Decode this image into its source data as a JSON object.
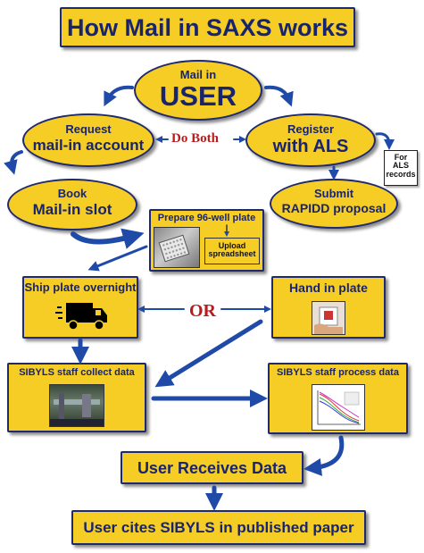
{
  "title": "How Mail in SAXS works",
  "nodes": {
    "mail_in_user": {
      "line1": "Mail in",
      "line2": "USER"
    },
    "request": {
      "line1": "Request",
      "line2": "mail-in account"
    },
    "register": {
      "line1": "Register",
      "line2": "with ALS"
    },
    "book": {
      "line1": "Book",
      "line2": "Mail-in slot"
    },
    "submit": {
      "line1": "Submit",
      "line2": "RAPIDD proposal"
    },
    "als_records": {
      "line1": "For",
      "line2": "ALS",
      "line3": "records"
    },
    "prepare": {
      "title": "Prepare 96-well plate",
      "upload1": "Upload",
      "upload2": "spreadsheet"
    },
    "ship": {
      "title": "Ship plate overnight"
    },
    "hand_in": {
      "title": "Hand in plate"
    },
    "collect": {
      "title": "SIBYLS staff collect data"
    },
    "process": {
      "title": "SIBYLS staff process data"
    },
    "receive": {
      "title": "User Receives Data"
    },
    "cite": {
      "title": "User cites SIBYLS in published paper"
    }
  },
  "connectors": {
    "do_both": "Do Both",
    "or": "OR"
  },
  "colors": {
    "node_fill": "#f6cd24",
    "node_border": "#1f2a6e",
    "text": "#18246e",
    "arrow": "#1f4aa8",
    "accent_red": "#b81d1d"
  }
}
